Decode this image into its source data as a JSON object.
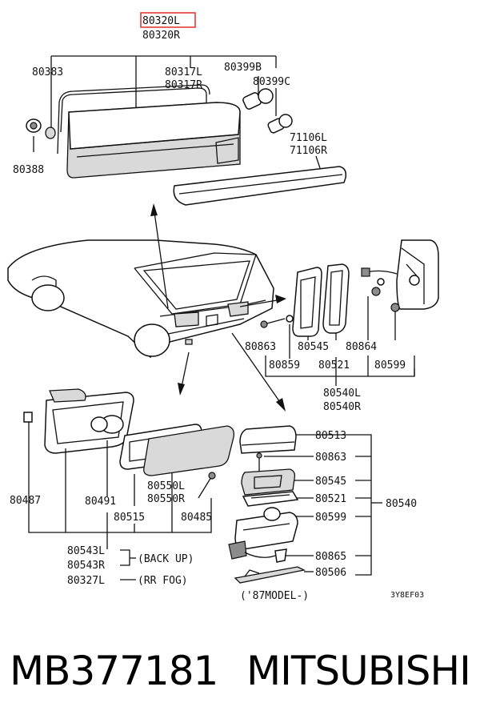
{
  "diagram": {
    "highlight_color": "#e23b3b",
    "labels": {
      "p80320L": "80320L",
      "p80320R": "80320R",
      "p80383": "80383",
      "p80388": "80388",
      "p80317L": "80317L",
      "p80317R": "80317R",
      "p80399B": "80399B",
      "p80399C": "80399C",
      "p71106L": "71106L",
      "p71106R": "71106R",
      "p80863a": "80863",
      "p80545a": "80545",
      "p80864": "80864",
      "p80859": "80859",
      "p80521a": "80521",
      "p80599a": "80599",
      "p80540L": "80540L",
      "p80540R": "80540R",
      "p80513": "80513",
      "p80863b": "80863",
      "p80545b": "80545",
      "p80521b": "80521",
      "p80599b": "80599",
      "p80540": "80540",
      "p80865": "80865",
      "p80506": "80506",
      "p80487": "80487",
      "p80491": "80491",
      "p80550L": "80550L",
      "p80550R": "80550R",
      "p80515": "80515",
      "p80485": "80485",
      "p80543L": "80543L",
      "p80543R": "80543R",
      "p80327L": "80327L",
      "back_up": "(BACK UP)",
      "rr_fog": "(RR FOG)",
      "model87": "('87MODEL-)",
      "code": "3Y8EF03"
    }
  },
  "footer": {
    "part_number": "MB377181",
    "brand": "MITSUBISHI"
  }
}
